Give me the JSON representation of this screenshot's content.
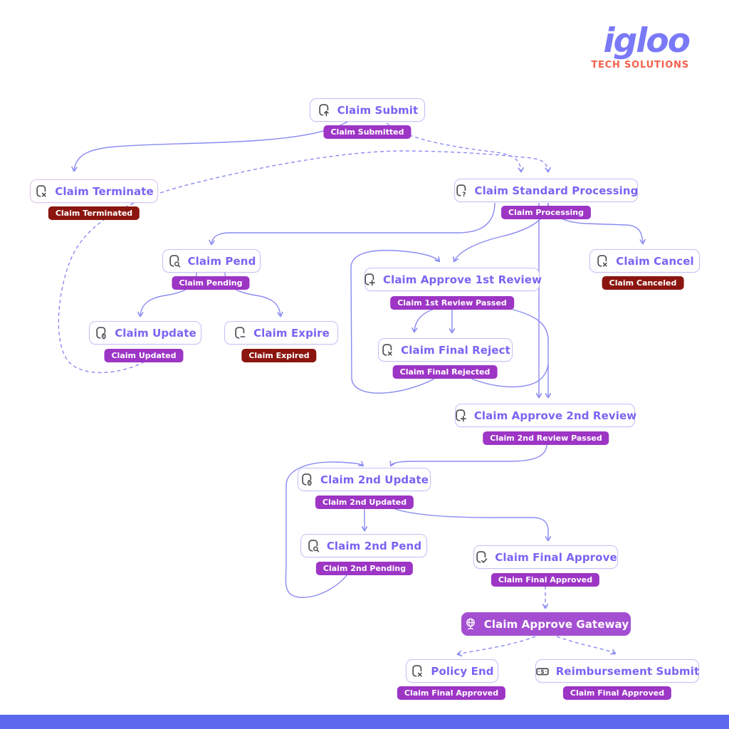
{
  "logo": {
    "brand": "igloo",
    "tagline": "TECH SOLUTIONS",
    "brand_color": "#7a79f7",
    "tagline_color": "#f4614d"
  },
  "colors": {
    "node_border": "#c6c0f4",
    "node_text": "#7b63f2",
    "edge": "#8a8af2",
    "badge_purple": "#9d35c5",
    "badge_red": "#8b150f",
    "gateway_fill": "#a44fd2",
    "footer_bar": "#5b68ee"
  },
  "nodes": [
    {
      "id": "claim-submit",
      "label": "Claim Submit",
      "icon": "doc-arrow-up-icon",
      "status": "Claim Submitted",
      "status_tone": "purple"
    },
    {
      "id": "claim-terminate",
      "label": "Claim Terminate",
      "icon": "doc-x-icon",
      "status": "Claim Terminated",
      "status_tone": "red"
    },
    {
      "id": "claim-standard-processing",
      "label": "Claim Standard Processing",
      "icon": "doc-question-icon",
      "status": "Claim Processing",
      "status_tone": "purple"
    },
    {
      "id": "claim-pend",
      "label": "Claim Pend",
      "icon": "doc-search-icon",
      "status": "Claim Pending",
      "status_tone": "purple"
    },
    {
      "id": "claim-cancel",
      "label": "Claim Cancel",
      "icon": "doc-x-icon",
      "status": "Claim Canceled",
      "status_tone": "red"
    },
    {
      "id": "claim-approve-1st-review",
      "label": "Claim Approve 1st Review",
      "icon": "doc-plus-icon",
      "status": "Claim 1st Review Passed",
      "status_tone": "purple"
    },
    {
      "id": "claim-update",
      "label": "Claim Update",
      "icon": "doc-clip-icon",
      "status": "Claim Updated",
      "status_tone": "purple"
    },
    {
      "id": "claim-expire",
      "label": "Claim Expire",
      "icon": "doc-minus-icon",
      "status": "Claim Expired",
      "status_tone": "red"
    },
    {
      "id": "claim-final-reject",
      "label": "Claim Final Reject",
      "icon": "doc-x-icon",
      "status": "Claim Final Rejected",
      "status_tone": "purple"
    },
    {
      "id": "claim-approve-2nd-review",
      "label": "Claim Approve 2nd Review",
      "icon": "doc-plus-icon",
      "status": "Claim 2nd Review Passed",
      "status_tone": "purple"
    },
    {
      "id": "claim-2nd-update",
      "label": "Claim 2nd Update",
      "icon": "doc-clip-icon",
      "status": "Claim 2nd Updated",
      "status_tone": "purple"
    },
    {
      "id": "claim-2nd-pend",
      "label": "Claim 2nd Pend",
      "icon": "doc-search-icon",
      "status": "Claim 2nd Pending",
      "status_tone": "purple"
    },
    {
      "id": "claim-final-approve",
      "label": "Claim Final Approve",
      "icon": "doc-check-icon",
      "status": "Claim Final Approved",
      "status_tone": "purple"
    },
    {
      "id": "claim-approve-gateway",
      "label": "Claim Approve Gateway",
      "icon": "globe-icon",
      "status": null,
      "status_tone": null
    },
    {
      "id": "policy-end",
      "label": "Policy End",
      "icon": "doc-x-icon",
      "status": "Claim Final Approved",
      "status_tone": "purple"
    },
    {
      "id": "reimbursement-submit",
      "label": "Reimbursement Submit",
      "icon": "money-icon",
      "status": "Claim Final Approved",
      "status_tone": "purple"
    }
  ],
  "edges": [
    {
      "from": "claim-submit",
      "to": "claim-terminate",
      "style": "solid"
    },
    {
      "from": "claim-submit",
      "to": "claim-standard-processing",
      "style": "dashed"
    },
    {
      "from": "claim-update",
      "to": "claim-standard-processing",
      "style": "dashed"
    },
    {
      "from": "claim-standard-processing",
      "to": "claim-pend",
      "style": "solid"
    },
    {
      "from": "claim-standard-processing",
      "to": "claim-approve-1st-review",
      "style": "solid"
    },
    {
      "from": "claim-standard-processing",
      "to": "claim-cancel",
      "style": "solid"
    },
    {
      "from": "claim-standard-processing",
      "to": "claim-approve-2nd-review",
      "style": "solid"
    },
    {
      "from": "claim-pend",
      "to": "claim-update",
      "style": "solid"
    },
    {
      "from": "claim-pend",
      "to": "claim-expire",
      "style": "solid"
    },
    {
      "from": "claim-approve-1st-review",
      "to": "claim-final-reject",
      "style": "solid"
    },
    {
      "from": "claim-approve-1st-review",
      "to": "claim-approve-2nd-review",
      "style": "solid"
    },
    {
      "from": "claim-final-reject",
      "to": "claim-approve-1st-review",
      "style": "solid"
    },
    {
      "from": "claim-final-reject",
      "to": "claim-approve-2nd-review",
      "style": "solid"
    },
    {
      "from": "claim-approve-2nd-review",
      "to": "claim-2nd-update",
      "style": "solid"
    },
    {
      "from": "claim-2nd-pend",
      "to": "claim-2nd-update",
      "style": "solid"
    },
    {
      "from": "claim-2nd-update",
      "to": "claim-2nd-pend",
      "style": "solid"
    },
    {
      "from": "claim-2nd-update",
      "to": "claim-final-approve",
      "style": "solid"
    },
    {
      "from": "claim-final-approve",
      "to": "claim-approve-gateway",
      "style": "dashed"
    },
    {
      "from": "claim-approve-gateway",
      "to": "policy-end",
      "style": "dashed"
    },
    {
      "from": "claim-approve-gateway",
      "to": "reimbursement-submit",
      "style": "dashed"
    }
  ]
}
